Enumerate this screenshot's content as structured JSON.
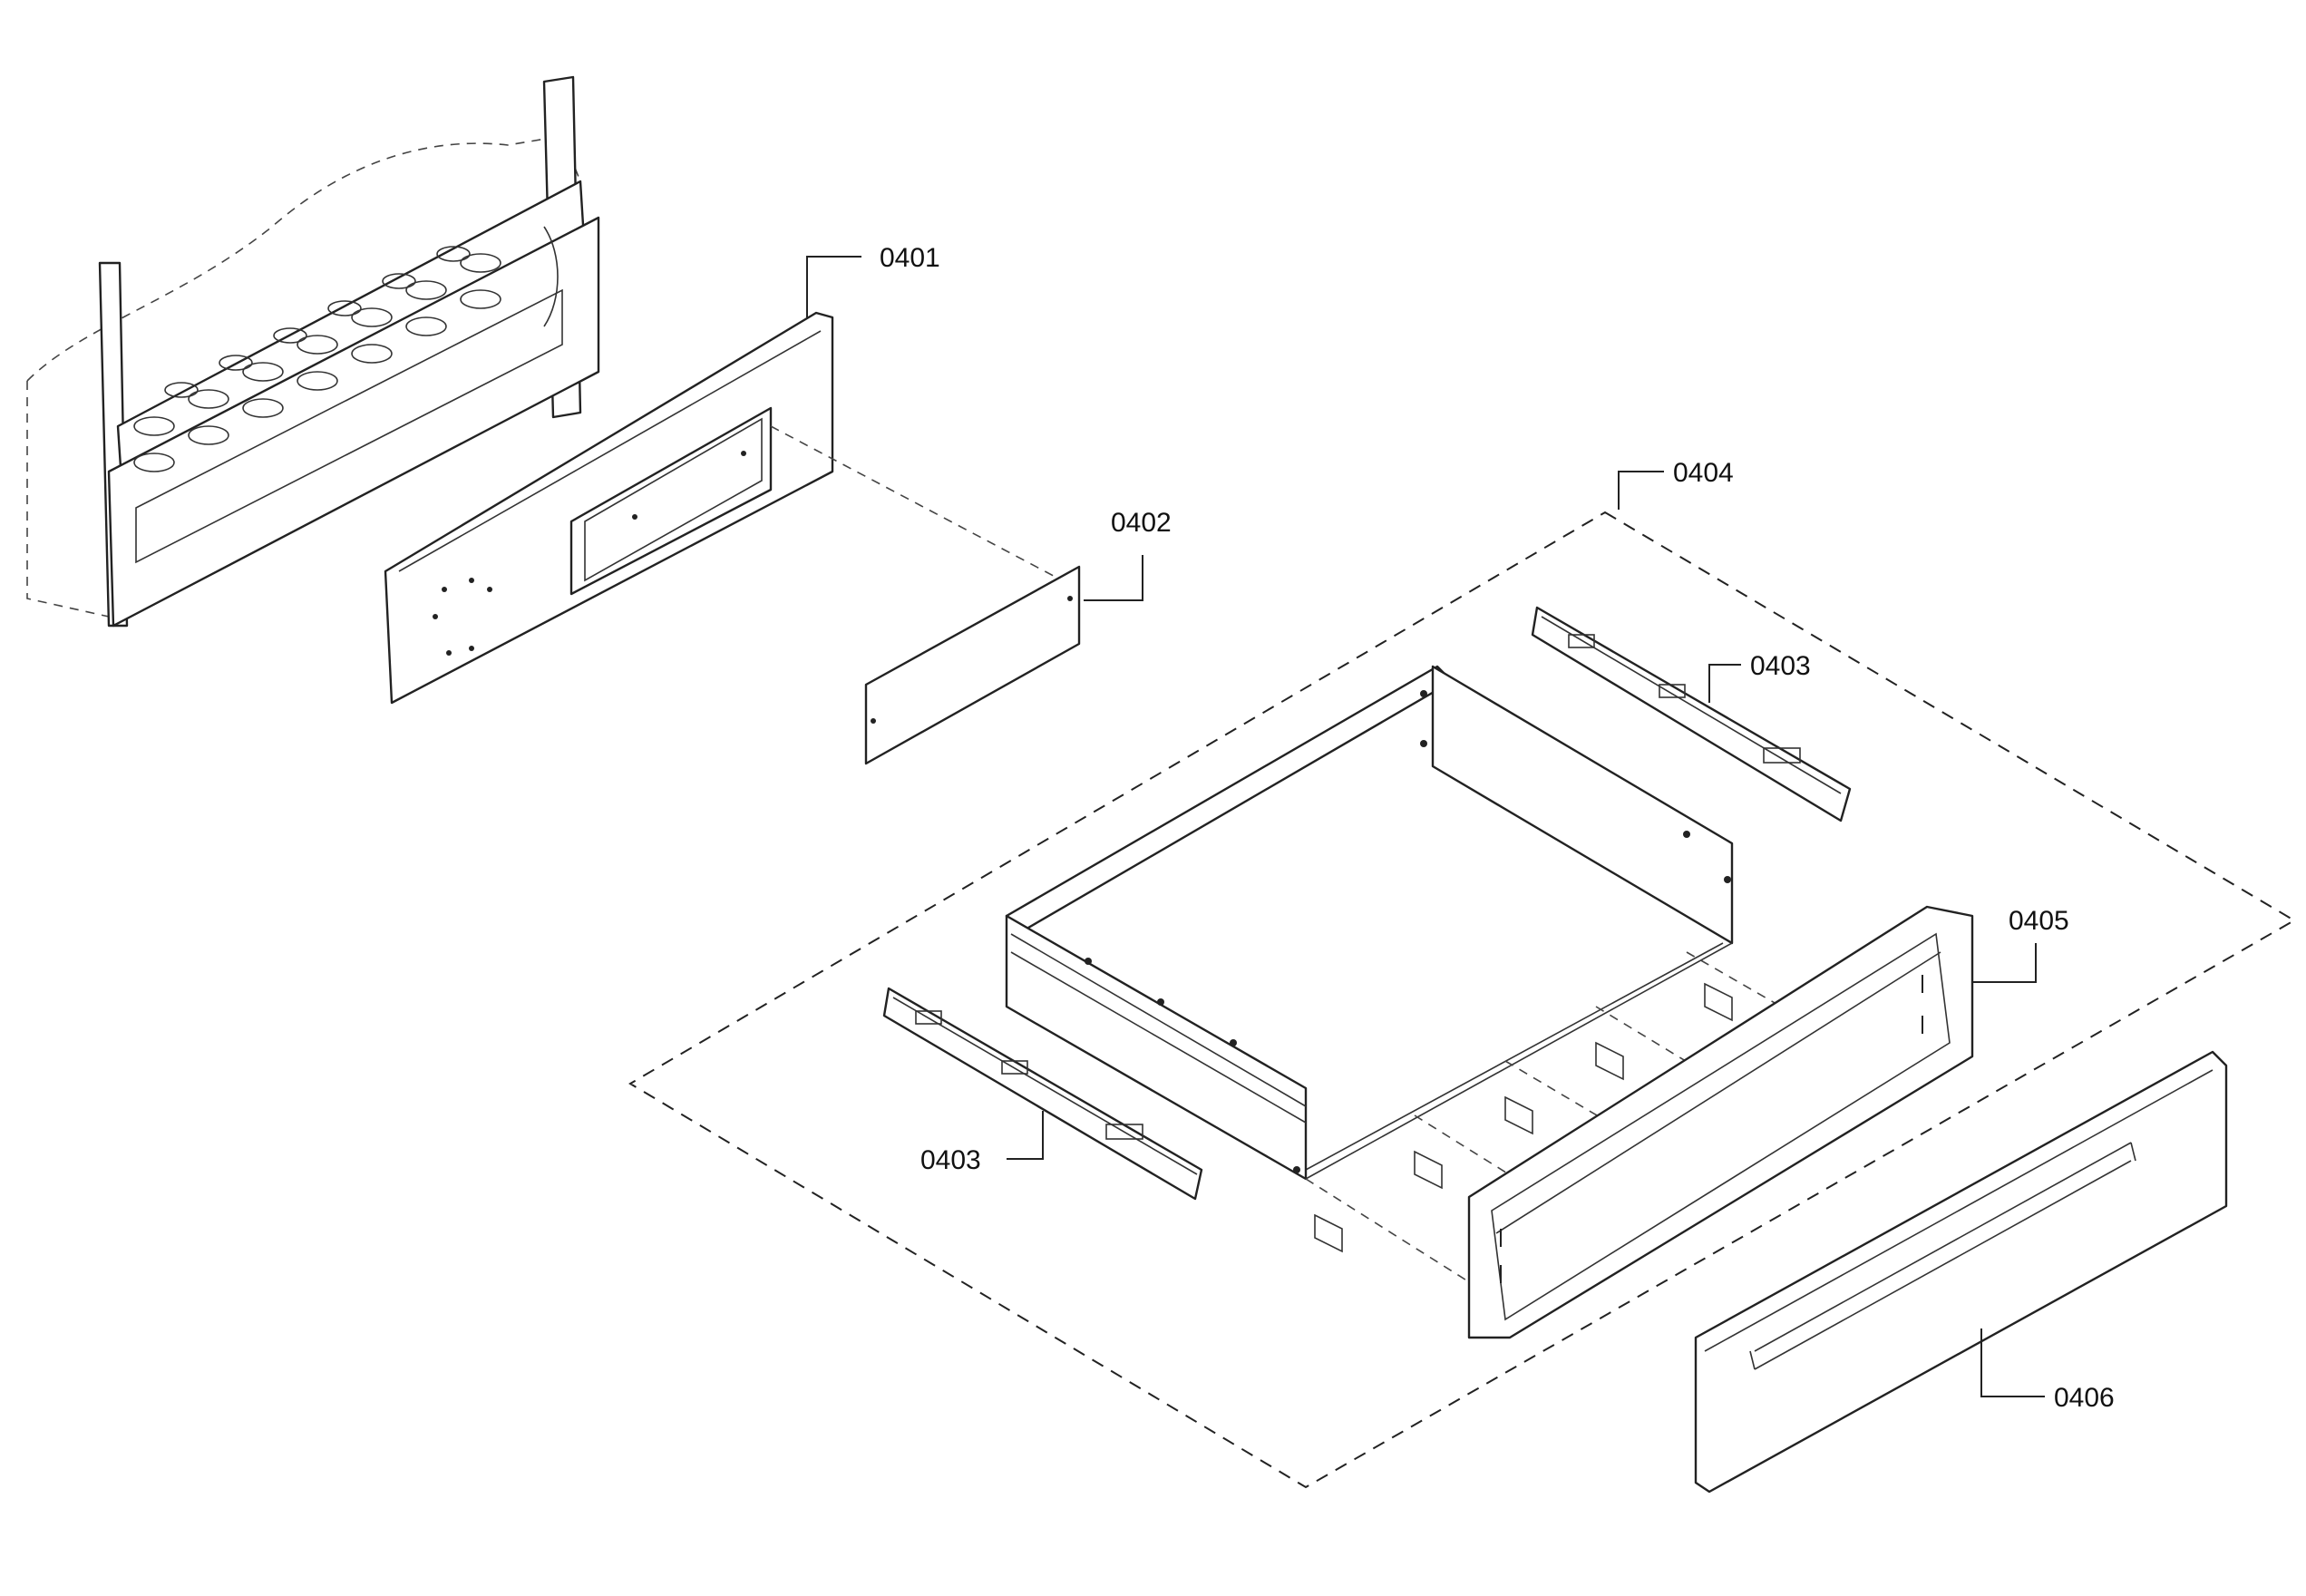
{
  "colors": {
    "line": "#222222",
    "background": "#ffffff"
  },
  "callouts": {
    "c0401": "0401",
    "c0402": "0402",
    "c0403_upper": "0403",
    "c0403_lower": "0403",
    "c0404": "0404",
    "c0405": "0405",
    "c0406": "0406"
  }
}
